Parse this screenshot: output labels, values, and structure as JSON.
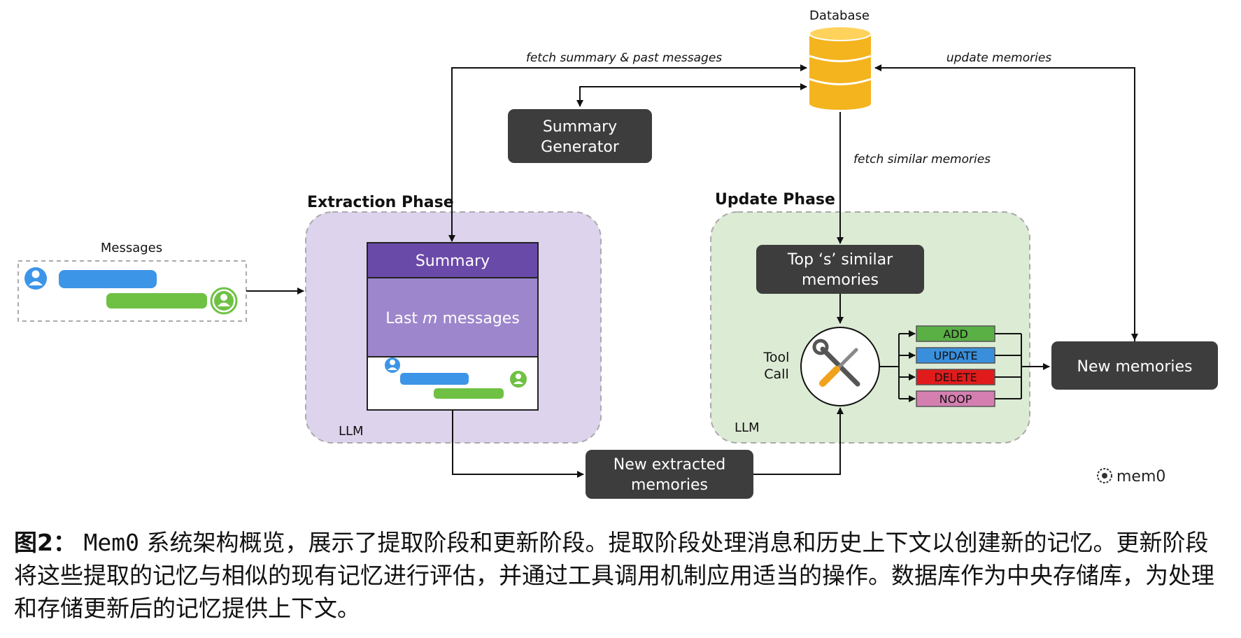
{
  "diagram": {
    "database_label": "Database",
    "edge_fetch_summary": "fetch summary & past messages",
    "edge_update_memories": "update memories",
    "edge_fetch_similar": "fetch similar memories",
    "summary_generator": [
      "Summary",
      "Generator"
    ],
    "extraction_phase_title": "Extraction Phase",
    "update_phase_title": "Update Phase",
    "messages_label": "Messages",
    "summary_block": "Summary",
    "last_messages_prefix": "Last ",
    "last_messages_m": "m",
    "last_messages_suffix": " messages",
    "llm_label_extraction": "LLM",
    "llm_label_update": "LLM",
    "top_s_similar": [
      "Top ‘s’ similar",
      "memories"
    ],
    "tool_call": [
      "Tool",
      "Call"
    ],
    "operations": [
      "ADD",
      "UPDATE",
      "DELETE",
      "NOOP"
    ],
    "new_memories": "New memories",
    "new_extracted": [
      "New extracted",
      "memories"
    ],
    "logo_text": "mem0",
    "colors": {
      "dark_box": "#3d3d3d",
      "extraction_bg": "#ddd3ec",
      "update_bg": "#dcebd4",
      "summary_header": "#6a4aa8",
      "summary_body": "#9d86cc",
      "db_gold": "#f4b41e",
      "user_blue": "#3d95e8",
      "assistant_green": "#6fc144",
      "op_add": "#5aaf45",
      "op_update": "#3a8fdc",
      "op_delete": "#e11b1b",
      "op_noop": "#d47fb0"
    }
  },
  "caption": {
    "label": "图2：",
    "system_name": "Mem0",
    "text": "系统架构概览，展示了提取阶段和更新阶段。提取阶段处理消息和历史上下文以创建新的记忆。更新阶段将这些提取的记忆与相似的现有记忆进行评估，并通过工具调用机制应用适当的操作。数据库作为中央存储库，为处理和存储更新后的记忆提供上下文。"
  }
}
